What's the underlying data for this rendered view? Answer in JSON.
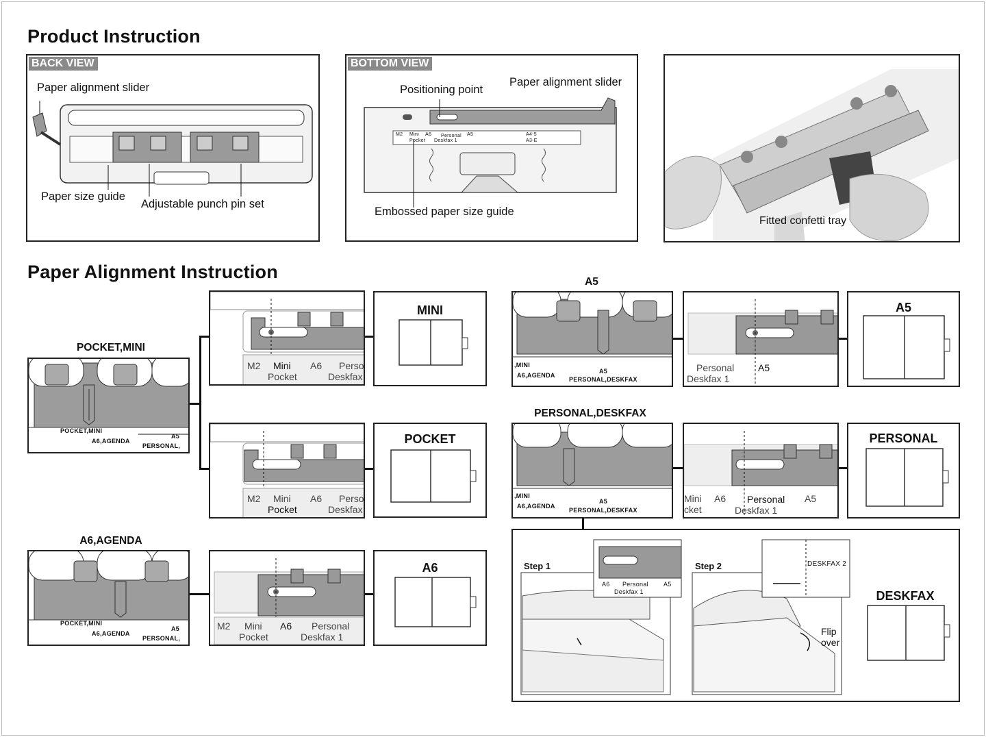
{
  "headings": {
    "product": "Product Instruction",
    "alignment": "Paper Alignment Instruction"
  },
  "back_view": {
    "tag": "BACK VIEW",
    "slider": "Paper alignment slider",
    "size_guide": "Paper size guide",
    "punch_pin": "Adjustable punch pin set"
  },
  "bottom_view": {
    "tag": "BOTTOM VIEW",
    "positioning": "Positioning point",
    "slider": "Paper alignment slider",
    "embossed": "Embossed paper size guide",
    "marks": [
      "M2",
      "Mini",
      "A6",
      "Personal",
      "A5",
      "A4-5",
      "Pocket",
      "Deskfax 1",
      "A3-E"
    ]
  },
  "photo": {
    "caption": "Fitted confetti tray"
  },
  "groups": {
    "pocket_mini": "POCKET,MINI",
    "a6_agenda": "A6,AGENDA",
    "a5": "A5",
    "personal_deskfax": "PERSONAL,DESKFAX"
  },
  "punch_marks": {
    "pocket_mini": "POCKET,MINI",
    "a6_agenda": "A6,AGENDA",
    "a5": "A5",
    "personal": "PERSONAL,",
    "personal_deskfax": "PERSONAL,DESKFAX",
    "mini_short": ",MINI"
  },
  "slider_marks": {
    "m2": "M2",
    "mini": "Mini",
    "pocket": "Pocket",
    "a6": "A6",
    "perso": "Perso",
    "deskfax": "Deskfax",
    "personal": "Personal",
    "deskfax1": "Deskfax 1",
    "a5": "A5",
    "mini_cut": "Mini",
    "pocket_cut": "cket",
    "personal_cut": "Personal",
    "deskfax1_cut": "Deskfax 1"
  },
  "sizes": {
    "mini": "MINI",
    "pocket": "POCKET",
    "a6": "A6",
    "a5": "A5",
    "personal": "PERSONAL",
    "deskfax": "DESKFAX"
  },
  "deskfax_steps": {
    "step1": "Step 1",
    "step2": "Step 2",
    "deskfax2": "DESKFAX 2",
    "flip": "Flip",
    "over": "over",
    "s1_a6": "A6",
    "s1_personal": "Personal",
    "s1_deskfax1": "Deskfax 1",
    "s1_a5": "A5"
  }
}
